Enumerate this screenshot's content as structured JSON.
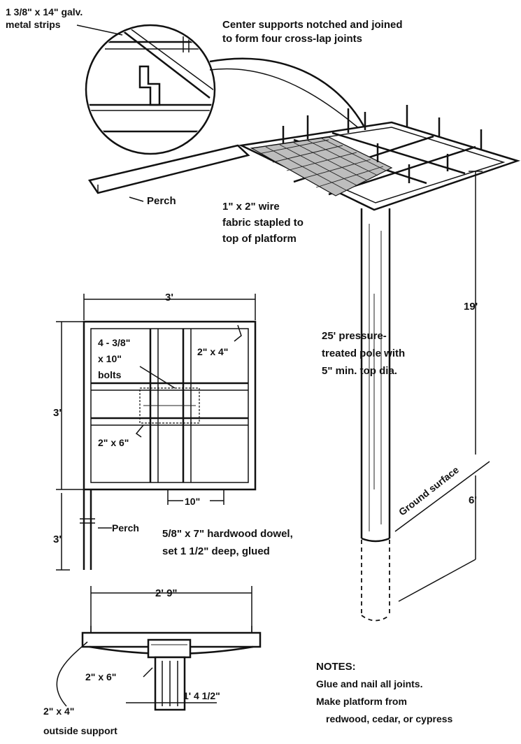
{
  "labels": {
    "galv_strips_line1": "1 3/8\" x 14\" galv.",
    "galv_strips_line2": "metal strips",
    "center_supports_line1": "Center supports notched and joined",
    "center_supports_line2": "to form four cross-lap joints",
    "perch_top": "Perch",
    "wire_fabric_line1": "1\" x 2\" wire",
    "wire_fabric_line2": "fabric stapled to",
    "wire_fabric_line3": "top of platform",
    "platform_width": "3'",
    "platform_depth": "3'",
    "bolts_line1": "4 - 3/8\"",
    "bolts_line2": "x 10\"",
    "bolts_line3": "bolts",
    "lumber_2x4": "2\" x 4\"",
    "lumber_2x6": "2\" x 6\"",
    "perch_extension": "3'",
    "offset_10": "10\"",
    "perch_plan": "Perch",
    "dowel_line1": "5/8\" x 7\" hardwood dowel,",
    "dowel_line2": "set 1 1/2\" deep, glued",
    "pole_line1": "25' pressure-",
    "pole_line2": "treated pole with",
    "pole_line3": "5\" min. top dia.",
    "pole_height": "19'",
    "ground_surface": "Ground surface",
    "burial_depth": "6'",
    "section_width": "2' 9\"",
    "section_2x6": "2\" x 6\"",
    "section_offset": "1' 4 1/2\"",
    "outside_support_line1": "2\" x 4\"",
    "outside_support_line2": "outside support"
  },
  "notes": {
    "heading": "NOTES:",
    "line1": "Glue and nail all joints.",
    "line2": "Make platform from",
    "line3": "redwood, cedar, or cypress"
  }
}
